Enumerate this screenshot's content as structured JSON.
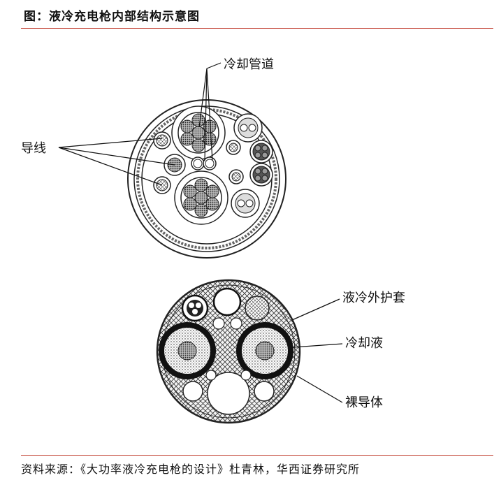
{
  "title": "图：液冷充电枪内部结构示意图",
  "top_figure": {
    "label_cooling_pipe": "冷却管道",
    "label_wires": "导线"
  },
  "bottom_figure": {
    "label_outer_sheath": "液冷外护套",
    "label_coolant": "冷却液",
    "label_bare_conductor": "裸导体"
  },
  "source": "资料来源：《大功率液冷充电枪的设计》杜青林，华西证券研究所",
  "colors": {
    "rule": "#c0392b",
    "ink": "#111111"
  }
}
